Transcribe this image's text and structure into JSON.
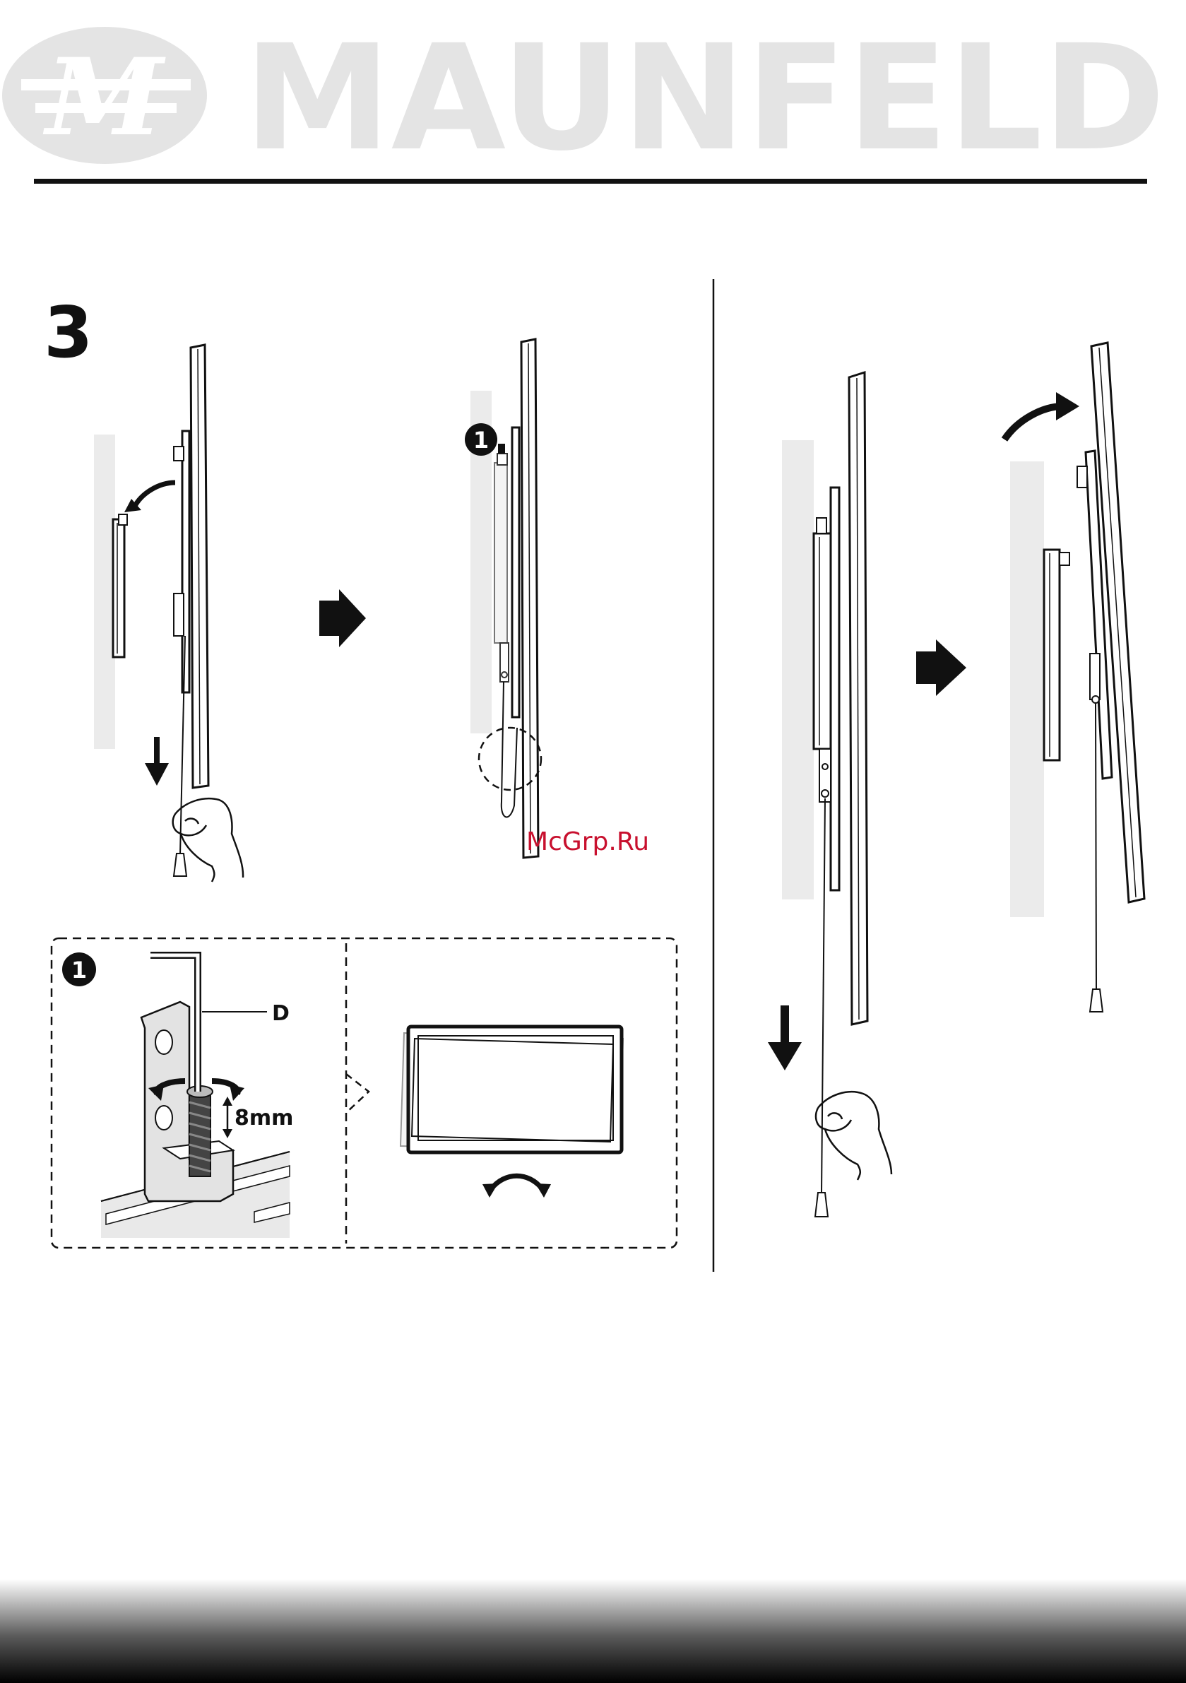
{
  "header": {
    "brand_text": "MAUNFELD",
    "logo_mark": "M"
  },
  "step": {
    "number": "3",
    "callout_number": "1"
  },
  "detail": {
    "callout_number": "1",
    "part_label": "D",
    "height_label": "8mm"
  },
  "watermark": {
    "text": "McGrp.Ru"
  },
  "colors": {
    "logo_gray": "#e4e4e4",
    "wall_gray": "#ebebeb",
    "ink": "#111111",
    "watermark_red": "#c8102e"
  },
  "icons": {
    "next_arrow": "arrow-right-icon",
    "pull_arrow": "arrow-down-icon",
    "tilt_arrow": "curved-arrow-icon",
    "hand": "hand-icon"
  }
}
